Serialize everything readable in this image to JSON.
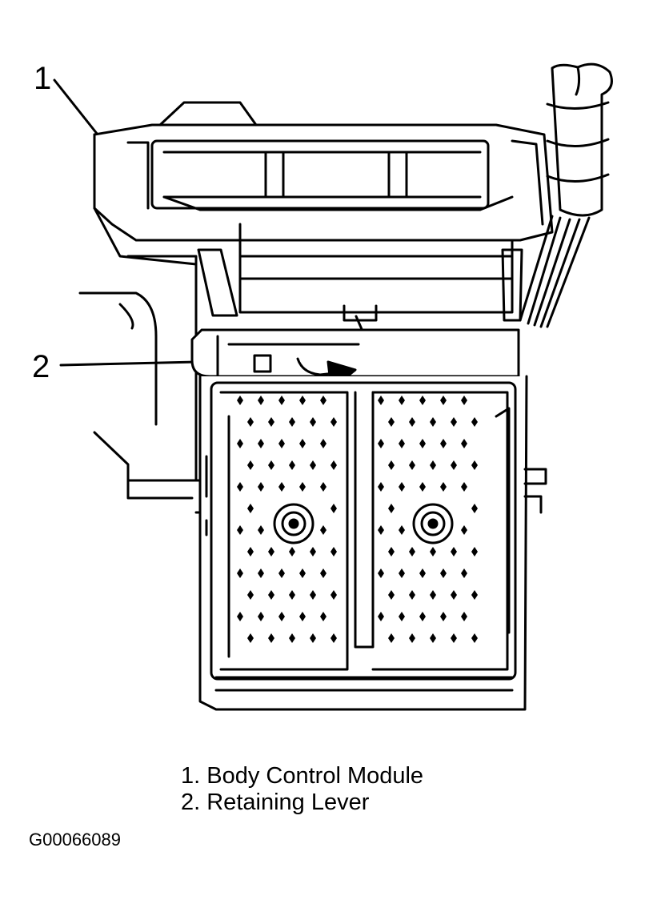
{
  "callouts": [
    {
      "number": "1"
    },
    {
      "number": "2"
    }
  ],
  "legend": [
    {
      "text": "1. Body Control Module"
    },
    {
      "text": "2. Retaining Lever"
    }
  ],
  "figure_id": "G00066089"
}
